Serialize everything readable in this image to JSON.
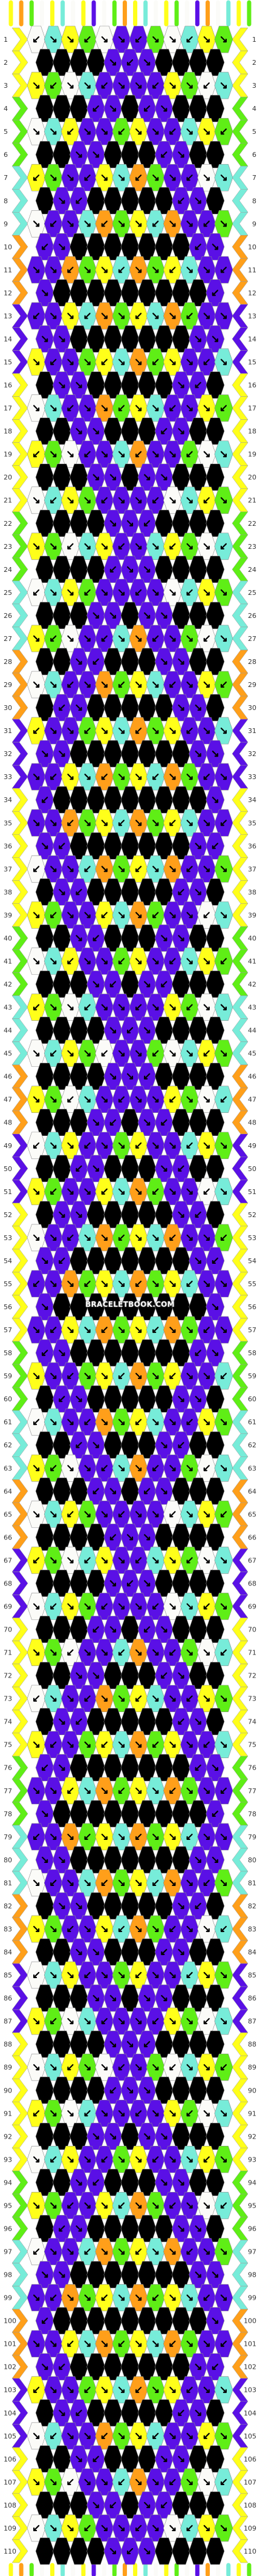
{
  "watermark": "BRACELETBOOK.COM",
  "colors": {
    "purple": "#5a10e6",
    "cyan": "#77ecd9",
    "yellow": "#ffff1a",
    "green": "#5fee16",
    "orange": "#ff9f1a",
    "white": "#fbfbf8"
  },
  "strings_top": [
    "yellow",
    "orange",
    "green",
    "white",
    "yellow",
    "cyan",
    "white",
    "yellow",
    "purple",
    "white",
    "green",
    "orange",
    "yellow",
    "cyan",
    "white",
    "yellow",
    "green",
    "white",
    "purple",
    "orange",
    "white",
    "cyan",
    "yellow",
    "green"
  ],
  "row_numbers_left": [
    1,
    2,
    3,
    4,
    5,
    6,
    7,
    8,
    9,
    10,
    11,
    12,
    13,
    14,
    15,
    16,
    17,
    18,
    19,
    20,
    21,
    22,
    23,
    24,
    25,
    26,
    27,
    28,
    29,
    30,
    31,
    32,
    33,
    34,
    35,
    36,
    37,
    38,
    39,
    40,
    41,
    42,
    43,
    44,
    45,
    46,
    47,
    48,
    49,
    50,
    51,
    52,
    53,
    54,
    55,
    56,
    57,
    58,
    59,
    60,
    61,
    62,
    63,
    64,
    65,
    66,
    67,
    68,
    69,
    70,
    71,
    72,
    73,
    74,
    75,
    76,
    77,
    78,
    79,
    80,
    81,
    82,
    83,
    84,
    85,
    86,
    87,
    88,
    89,
    90,
    91,
    92,
    93,
    94,
    95,
    96,
    97,
    98,
    99,
    100,
    101,
    102,
    103,
    104,
    105,
    106,
    107,
    108,
    109,
    110
  ],
  "row_numbers_right": [
    1,
    2,
    3,
    4,
    5,
    6,
    7,
    8,
    9,
    10,
    11,
    12,
    13,
    14,
    15,
    16,
    17,
    18,
    19,
    20,
    21,
    22,
    23,
    24,
    25,
    26,
    27,
    28,
    29,
    30,
    31,
    32,
    33,
    34,
    35,
    36,
    37,
    38,
    39,
    40,
    41,
    42,
    43,
    44,
    45,
    46,
    47,
    48,
    49,
    50,
    51,
    52,
    53,
    54,
    55,
    56,
    57,
    58,
    59,
    60,
    61,
    62,
    63,
    64,
    65,
    66,
    67,
    68,
    69,
    70,
    71,
    72,
    73,
    74,
    75,
    76,
    77,
    78,
    79,
    80,
    81,
    82,
    83,
    84,
    85,
    86,
    87,
    88,
    89,
    90,
    91,
    92,
    93,
    94,
    95,
    96,
    97,
    98,
    99,
    100,
    101,
    102,
    103,
    104,
    105,
    106,
    107,
    108,
    109,
    110
  ]
}
